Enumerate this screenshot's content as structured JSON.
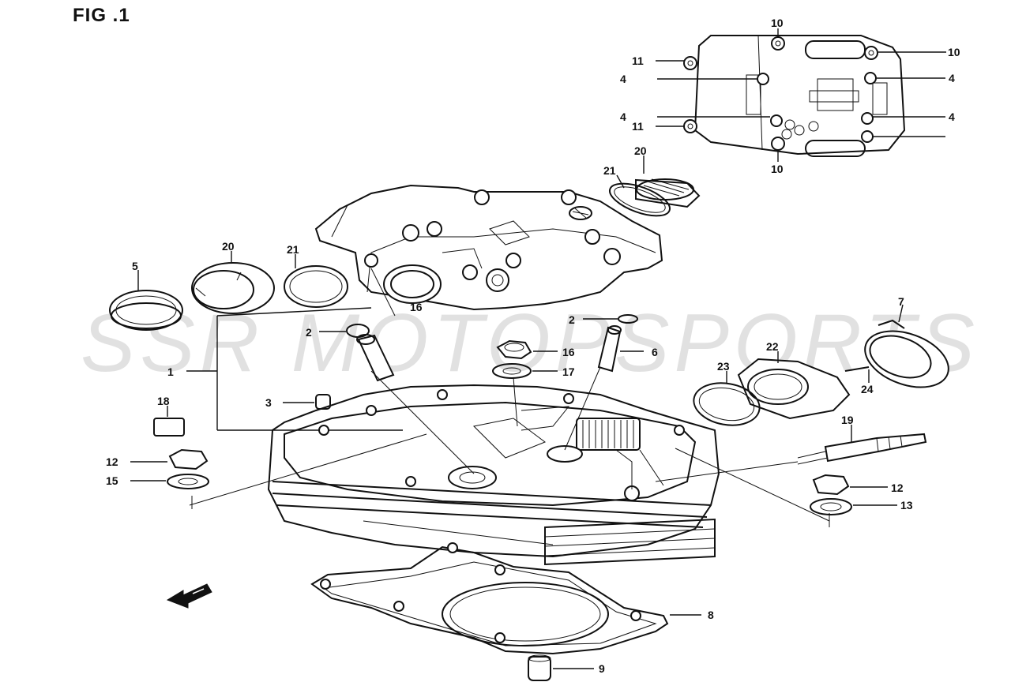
{
  "figure": {
    "title": "FIG .1",
    "watermark": "SSR MOTOPSPORTS"
  },
  "callouts": [
    "10",
    "10",
    "11",
    "4",
    "4",
    "4",
    "11",
    "4",
    "10",
    "20",
    "21",
    "20",
    "21",
    "5",
    "16",
    "7",
    "2",
    "2",
    "1",
    "16",
    "6",
    "17",
    "22",
    "23",
    "24",
    "3",
    "18",
    "19",
    "12",
    "15",
    "12",
    "13",
    "8",
    "9"
  ]
}
